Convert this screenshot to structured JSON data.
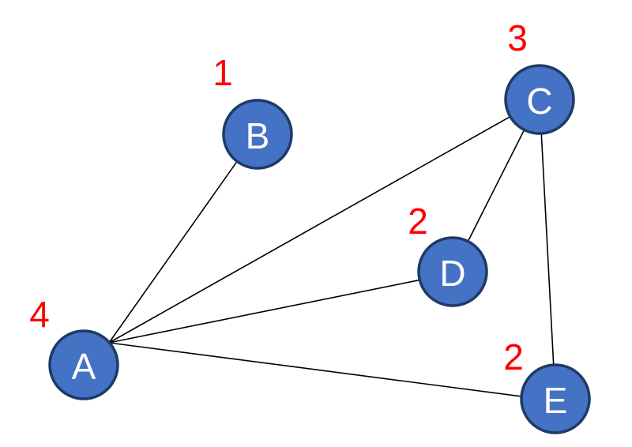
{
  "colors": {
    "node_fill": "#4472C4",
    "node_stroke": "#1F3A66",
    "node_text": "#FFFFFF",
    "degree_text": "#FF0000",
    "edge": "#000000"
  },
  "nodes": [
    {
      "id": "A",
      "label": "A",
      "degree": "4"
    },
    {
      "id": "B",
      "label": "B",
      "degree": "1"
    },
    {
      "id": "C",
      "label": "C",
      "degree": "3"
    },
    {
      "id": "D",
      "label": "D",
      "degree": "2"
    },
    {
      "id": "E",
      "label": "E",
      "degree": "2"
    }
  ],
  "edges": [
    {
      "from": "A",
      "to": "B"
    },
    {
      "from": "A",
      "to": "C"
    },
    {
      "from": "A",
      "to": "D"
    },
    {
      "from": "A",
      "to": "E"
    },
    {
      "from": "C",
      "to": "D"
    },
    {
      "from": "C",
      "to": "E"
    }
  ]
}
